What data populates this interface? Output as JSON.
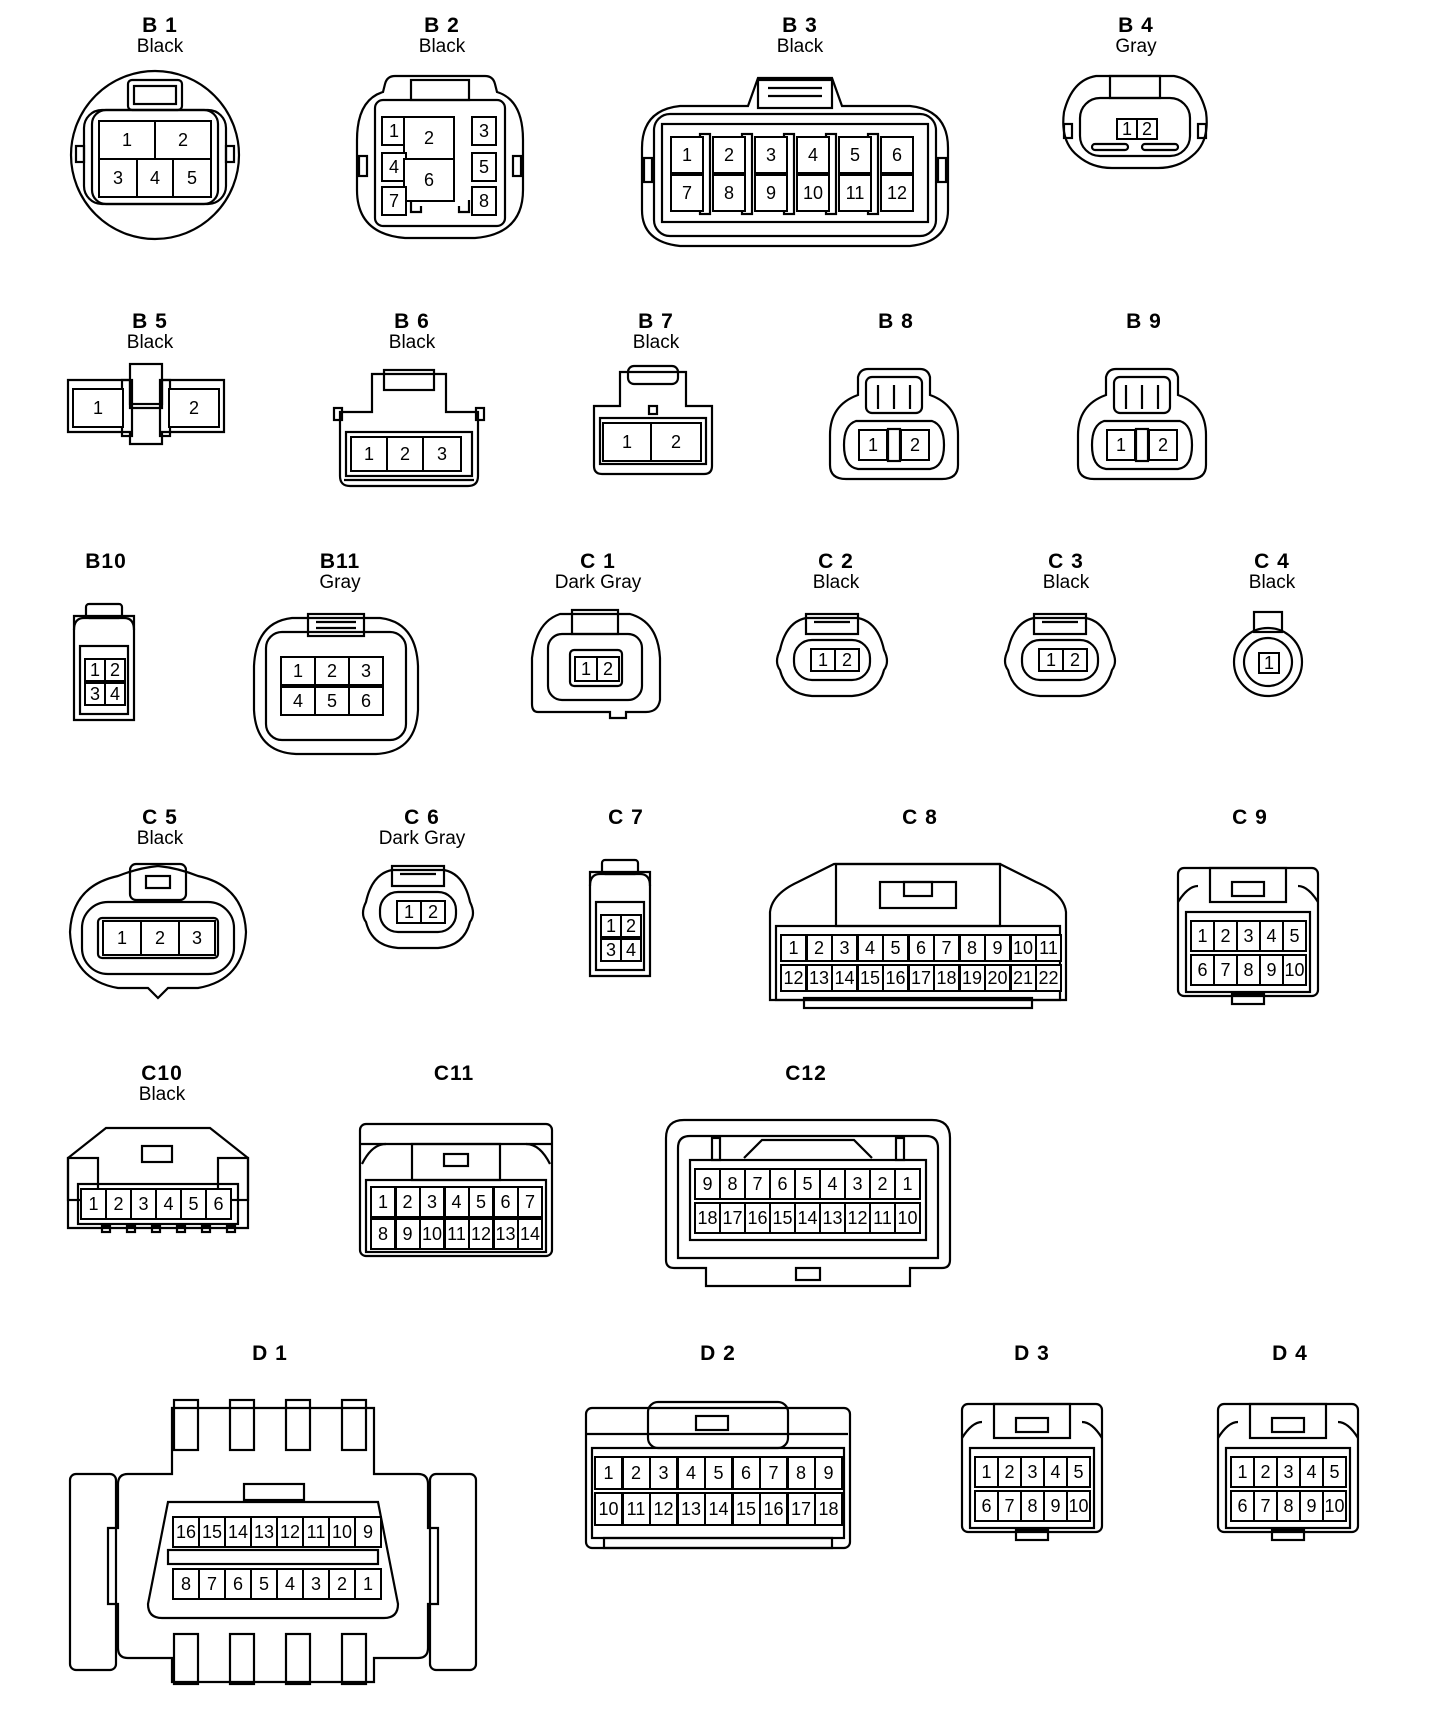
{
  "connectors": {
    "B1": {
      "id": "B 1",
      "color": "Black",
      "pins": [
        "1",
        "2",
        "3",
        "4",
        "5"
      ]
    },
    "B2": {
      "id": "B 2",
      "color": "Black",
      "pins": [
        "1",
        "2",
        "3",
        "4",
        "5",
        "6",
        "7",
        "8"
      ]
    },
    "B3": {
      "id": "B 3",
      "color": "Black",
      "pins": [
        "1",
        "2",
        "3",
        "4",
        "5",
        "6",
        "7",
        "8",
        "9",
        "10",
        "11",
        "12"
      ]
    },
    "B4": {
      "id": "B 4",
      "color": "Gray",
      "pins": [
        "1",
        "2"
      ]
    },
    "B5": {
      "id": "B 5",
      "color": "Black",
      "pins": [
        "1",
        "2"
      ]
    },
    "B6": {
      "id": "B 6",
      "color": "Black",
      "pins": [
        "1",
        "2",
        "3"
      ]
    },
    "B7": {
      "id": "B 7",
      "color": "Black",
      "pins": [
        "1",
        "2"
      ]
    },
    "B8": {
      "id": "B 8",
      "pins": [
        "1",
        "2"
      ]
    },
    "B9": {
      "id": "B 9",
      "pins": [
        "1",
        "2"
      ]
    },
    "B10": {
      "id": "B10",
      "pins": [
        "1",
        "2",
        "3",
        "4"
      ]
    },
    "B11": {
      "id": "B11",
      "color": "Gray",
      "pins": [
        "1",
        "2",
        "3",
        "4",
        "5",
        "6"
      ]
    },
    "C1": {
      "id": "C 1",
      "color": "Dark Gray",
      "pins": [
        "1",
        "2"
      ]
    },
    "C2": {
      "id": "C 2",
      "color": "Black",
      "pins": [
        "1",
        "2"
      ]
    },
    "C3": {
      "id": "C 3",
      "color": "Black",
      "pins": [
        "1",
        "2"
      ]
    },
    "C4": {
      "id": "C 4",
      "color": "Black",
      "pins": [
        "1"
      ]
    },
    "C5": {
      "id": "C 5",
      "color": "Black",
      "pins": [
        "1",
        "2",
        "3"
      ]
    },
    "C6": {
      "id": "C 6",
      "color": "Dark Gray",
      "pins": [
        "1",
        "2"
      ]
    },
    "C7": {
      "id": "C 7",
      "pins": [
        "1",
        "2",
        "3",
        "4"
      ]
    },
    "C8": {
      "id": "C 8",
      "pins": [
        "1",
        "2",
        "3",
        "4",
        "5",
        "6",
        "7",
        "8",
        "9",
        "10",
        "11",
        "12",
        "13",
        "14",
        "15",
        "16",
        "17",
        "18",
        "19",
        "20",
        "21",
        "22"
      ]
    },
    "C9": {
      "id": "C 9",
      "pins": [
        "1",
        "2",
        "3",
        "4",
        "5",
        "6",
        "7",
        "8",
        "9",
        "10"
      ]
    },
    "C10": {
      "id": "C10",
      "color": "Black",
      "pins": [
        "1",
        "2",
        "3",
        "4",
        "5",
        "6"
      ]
    },
    "C11": {
      "id": "C11",
      "pins": [
        "1",
        "2",
        "3",
        "4",
        "5",
        "6",
        "7",
        "8",
        "9",
        "10",
        "11",
        "12",
        "13",
        "14"
      ]
    },
    "C12": {
      "id": "C12",
      "pins": [
        "9",
        "8",
        "7",
        "6",
        "5",
        "4",
        "3",
        "2",
        "1",
        "18",
        "17",
        "16",
        "15",
        "14",
        "13",
        "12",
        "11",
        "10"
      ]
    },
    "D1": {
      "id": "D 1",
      "pins": [
        "16",
        "15",
        "14",
        "13",
        "12",
        "11",
        "10",
        "9",
        "8",
        "7",
        "6",
        "5",
        "4",
        "3",
        "2",
        "1"
      ]
    },
    "D2": {
      "id": "D 2",
      "pins": [
        "1",
        "2",
        "3",
        "4",
        "5",
        "6",
        "7",
        "8",
        "9",
        "10",
        "11",
        "12",
        "13",
        "14",
        "15",
        "16",
        "17",
        "18"
      ]
    },
    "D3": {
      "id": "D 3",
      "pins": [
        "1",
        "2",
        "3",
        "4",
        "5",
        "6",
        "7",
        "8",
        "9",
        "10"
      ]
    },
    "D4": {
      "id": "D 4",
      "pins": [
        "1",
        "2",
        "3",
        "4",
        "5",
        "6",
        "7",
        "8",
        "9",
        "10"
      ]
    }
  }
}
